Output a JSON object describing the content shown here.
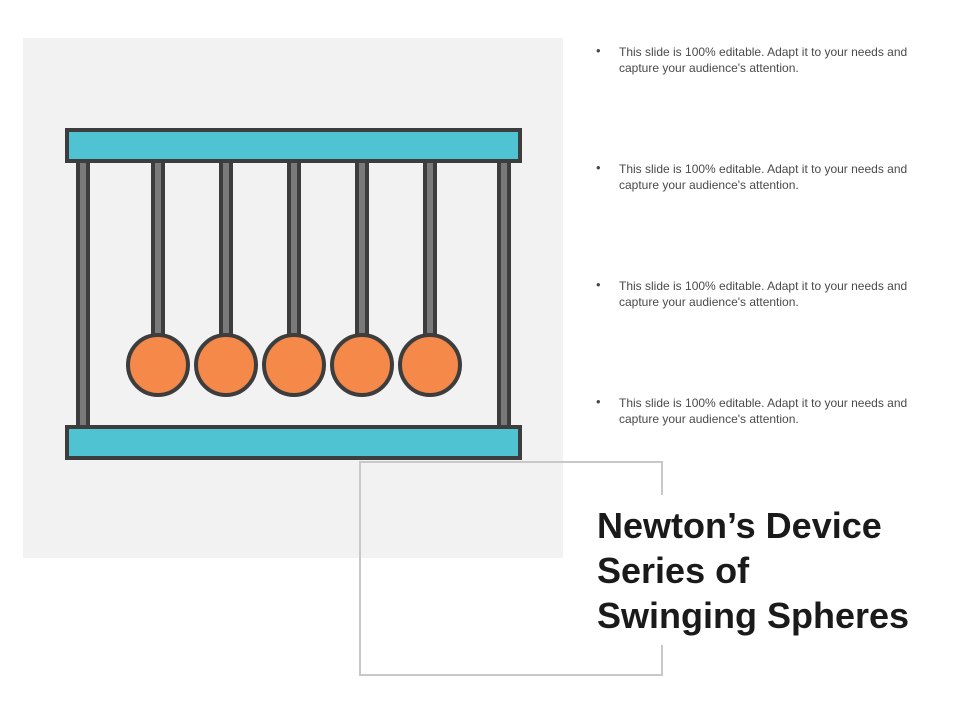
{
  "bullets": [
    {
      "text": "This slide is 100% editable. Adapt it to your needs and capture your audience's attention."
    },
    {
      "text": "This slide is 100% editable. Adapt it to your needs and capture your audience's attention."
    },
    {
      "text": "This slide is 100% editable. Adapt it to your needs and capture your audience's attention."
    },
    {
      "text": "This slide is 100% editable. Adapt it to your needs and capture your audience's attention."
    }
  ],
  "title": {
    "line1": "Newton’s Device",
    "line2": "Series of",
    "line3": "Swinging Spheres"
  },
  "colors": {
    "bar": "#4fc3d2",
    "sphere": "#f5894a",
    "stroke": "#3d3d3d",
    "rod": "#7a7a7a",
    "panel": "#f2f2f2"
  },
  "illustration": {
    "icon": "newtons-cradle-icon",
    "sphere_count": 5
  }
}
